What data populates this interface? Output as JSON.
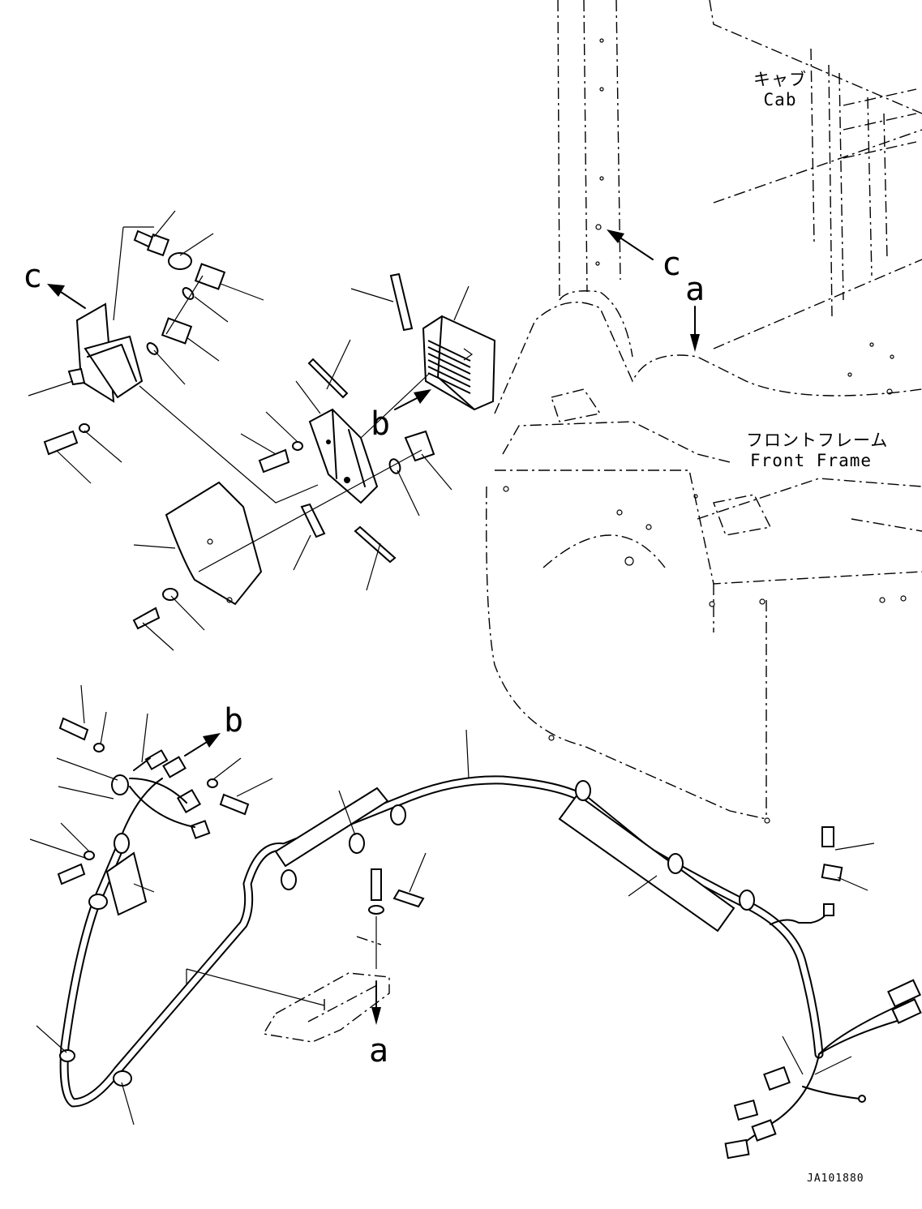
{
  "labels": {
    "cab_jp": "キャブ",
    "cab_en": "Cab",
    "frame_jp": "フロントフレーム",
    "frame_en": "Front Frame",
    "ref_a": "a",
    "ref_b": "b",
    "ref_c": "c",
    "drawing_code": "JA101880"
  }
}
